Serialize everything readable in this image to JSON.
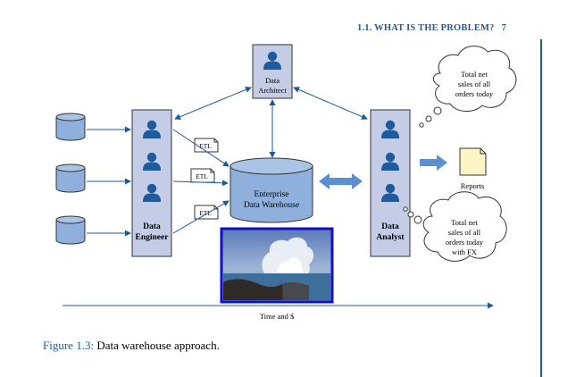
{
  "header": {
    "section": "1.1. WHAT IS THE PROBLEM?",
    "page_number": "7"
  },
  "diagram": {
    "data_architect": [
      "Data",
      "Architect"
    ],
    "data_engineer": [
      "Data",
      "Engineer"
    ],
    "data_analyst": [
      "Data",
      "Analyst"
    ],
    "warehouse": [
      "Enterprise",
      "Data Warehouse"
    ],
    "etl_label": "ETL",
    "reports_label": "Reports",
    "thought_top": [
      "Total net",
      "sales of all",
      "orders today"
    ],
    "thought_bottom": [
      "Total net",
      "sales of all",
      "orders today",
      "with FX"
    ],
    "timeline_label": "Time and $",
    "colors": {
      "box_fill": "#c5cde6",
      "cylinder_fill": "#8fb0dc",
      "person": "#1e5a9e",
      "arrow": "#1e5a9e",
      "photo_border": "#1010cc",
      "report_fill": "#fbf4c4"
    },
    "icons": [
      "database-icon",
      "person-icon",
      "document-icon",
      "photo-image"
    ]
  },
  "caption": {
    "label": "Figure 1.3:",
    "text": "Data warehouse approach."
  }
}
